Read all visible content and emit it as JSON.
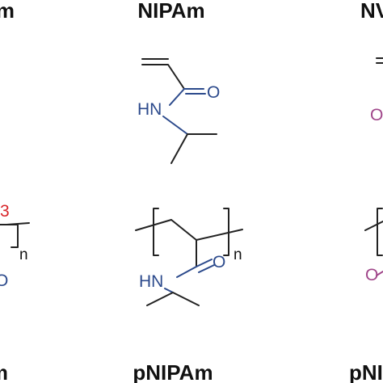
{
  "labels": {
    "top_left": "am",
    "top_center": "NIPAm",
    "top_right": "NV",
    "bottom_left": "am",
    "bottom_center": "pNIPAm",
    "bottom_right": "pNI"
  },
  "atoms": {
    "oxygen": "O",
    "nh": "HN",
    "subscript_n": "n",
    "right_o": "O",
    "left_o": "O",
    "left_red": "3"
  },
  "colors": {
    "bond_black": "#222222",
    "nipam_blue": "#2c4a8c",
    "magenta": "#a0468a",
    "red": "#d8252a"
  }
}
